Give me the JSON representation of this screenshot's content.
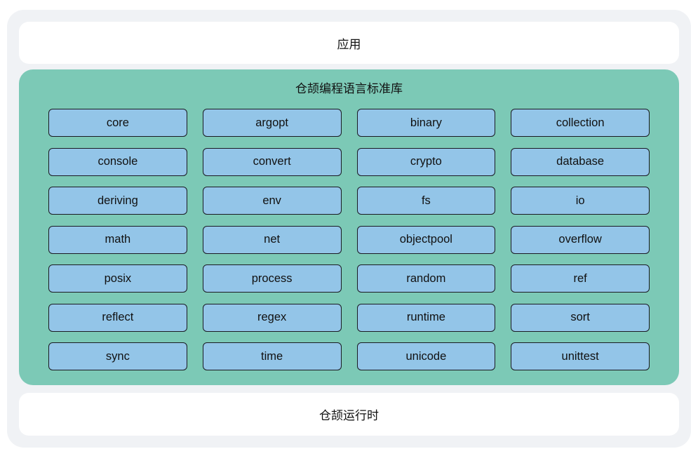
{
  "app_layer": {
    "label": "应用"
  },
  "stdlib": {
    "title": "仓颉编程语言标准库",
    "modules": [
      "core",
      "argopt",
      "binary",
      "collection",
      "console",
      "convert",
      "crypto",
      "database",
      "deriving",
      "env",
      "fs",
      "io",
      "math",
      "net",
      "objectpool",
      "overflow",
      "posix",
      "process",
      "random",
      "ref",
      "reflect",
      "regex",
      "runtime",
      "sort",
      "sync",
      "time",
      "unicode",
      "unittest"
    ]
  },
  "runtime_layer": {
    "label": "仓颉运行时"
  },
  "colors": {
    "container_bg": "#f0f2f5",
    "stdlib_bg": "#7cc9b6",
    "module_bg": "#93c5e8",
    "module_border": "#1a1a22",
    "text_color": "#111111"
  }
}
